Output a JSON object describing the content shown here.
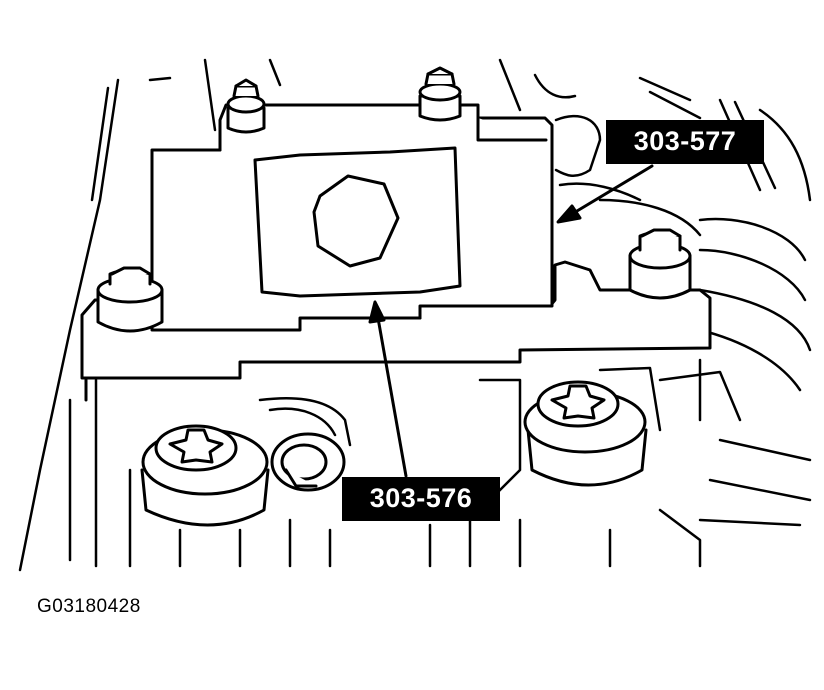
{
  "diagram": {
    "callouts": [
      {
        "id": "tool-303-577",
        "label": "303-577"
      },
      {
        "id": "tool-303-576",
        "label": "303-576"
      }
    ],
    "figure_id": "G03180428",
    "colors": {
      "ink": "#000000",
      "paper": "#ffffff",
      "label_bg": "#000000",
      "label_text": "#ffffff"
    }
  }
}
